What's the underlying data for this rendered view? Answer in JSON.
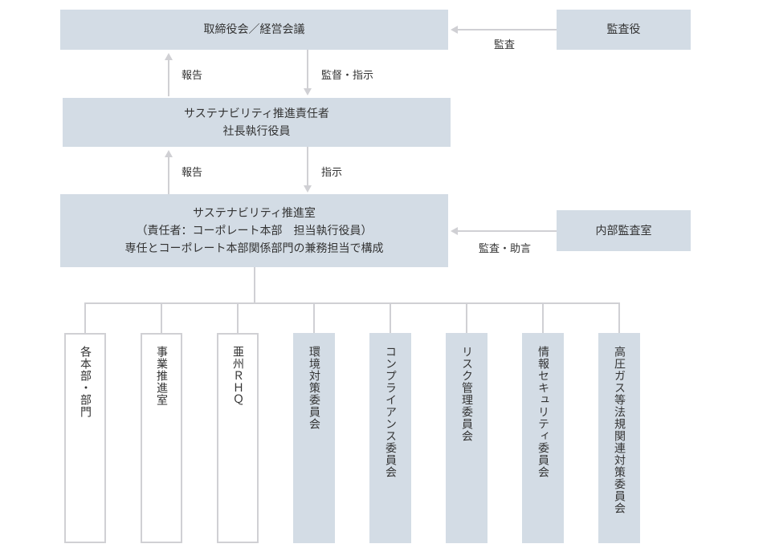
{
  "board": "取締役会／経営会議",
  "auditor": "監査役",
  "audit_label": "監査",
  "report_label_1": "報告",
  "supervise_label": "監督・指示",
  "officer": {
    "line1": "サステナビリティ推進責任者",
    "line2": "社長執行役員"
  },
  "report_label_2": "報告",
  "instruct_label": "指示",
  "office": {
    "line1": "サステナビリティ推進室",
    "line2": "（責任者：コーポレート本部　担当執行役員）",
    "line3": "専任とコーポレート本部関係部門の兼務担当で構成"
  },
  "internal_audit": "内部監査室",
  "internal_audit_label": "監査・助言",
  "units": [
    {
      "label": "各本部・部門",
      "style": "outline"
    },
    {
      "label": "事業推進室",
      "style": "outline"
    },
    {
      "label": "亜州ＲＨＱ",
      "style": "outline"
    },
    {
      "label": "環境対策委員会",
      "style": "fill"
    },
    {
      "label": "コンプライアンス委員会",
      "style": "fill"
    },
    {
      "label": "リスク管理委員会",
      "style": "fill"
    },
    {
      "label": "情報セキュリティ委員会",
      "style": "fill"
    },
    {
      "label": "高圧ガス等法規関連対策委員会",
      "style": "fill"
    }
  ],
  "colors": {
    "box": "#d3dce5",
    "line": "#d0d0d4",
    "text": "#333333"
  }
}
